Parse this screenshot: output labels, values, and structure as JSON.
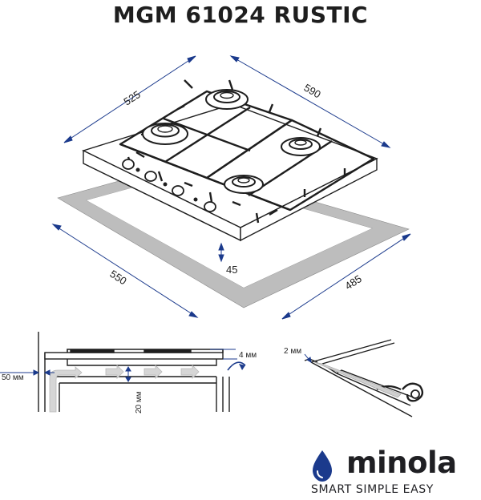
{
  "title": "MGM 61024 RUSTIC",
  "dimensions": {
    "width_top": "590",
    "depth_top": "525",
    "cutout_width": "550",
    "cutout_depth": "485",
    "height": "45"
  },
  "side_view": {
    "gap_top": "4 мм",
    "wall_gap": "50 мм",
    "air_gap": "20 мм"
  },
  "seal_view": {
    "seal": "2 мм"
  },
  "brand": {
    "name": "minola",
    "tagline": "SMART SIMPLE EASY",
    "drop_color": "#1b3a8c"
  },
  "colors": {
    "dimension_line": "#1b3a8c",
    "cutout": "#bdbdbd",
    "outline": "#1e1e1e"
  }
}
